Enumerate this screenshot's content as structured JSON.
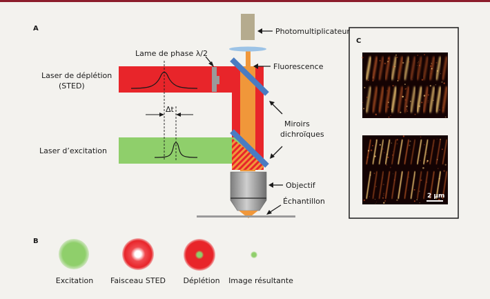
{
  "colors": {
    "background": "#f3f2ee",
    "top_rule": "#8c1d2b",
    "depletion_laser": "#e8252a",
    "excitation_laser": "#8fcf6b",
    "fluorescence_beam": "#f0973a",
    "dichroic_mirror": "#4a7cc2",
    "lens": "#9cc3e6",
    "detector": "#b5ab8e",
    "objective": "#9a9a9a"
  },
  "panels": {
    "a": "A",
    "b": "B",
    "c": "C"
  },
  "labels": {
    "photomultiplier": "Photomultiplicateur",
    "phase_plate": "Lame de phase λ/2",
    "fluorescence": "Fluorescence",
    "depletion_laser_line1": "Laser de déplétion",
    "depletion_laser_line2": "(STED)",
    "delta_t": "Δt",
    "dichroic_line1": "Miroirs",
    "dichroic_line2": "dichroïques",
    "excitation_laser": "Laser d’excitation",
    "objective": "Objectif",
    "sample": "Échantillon",
    "scale_bar": "2 µm"
  },
  "spots": [
    {
      "label": "Excitation",
      "kind": "excitation"
    },
    {
      "label": "Faisceau STED",
      "kind": "sted-doughnut"
    },
    {
      "label": "Déplétion",
      "kind": "depletion"
    },
    {
      "label": "Image résultante",
      "kind": "result"
    }
  ]
}
